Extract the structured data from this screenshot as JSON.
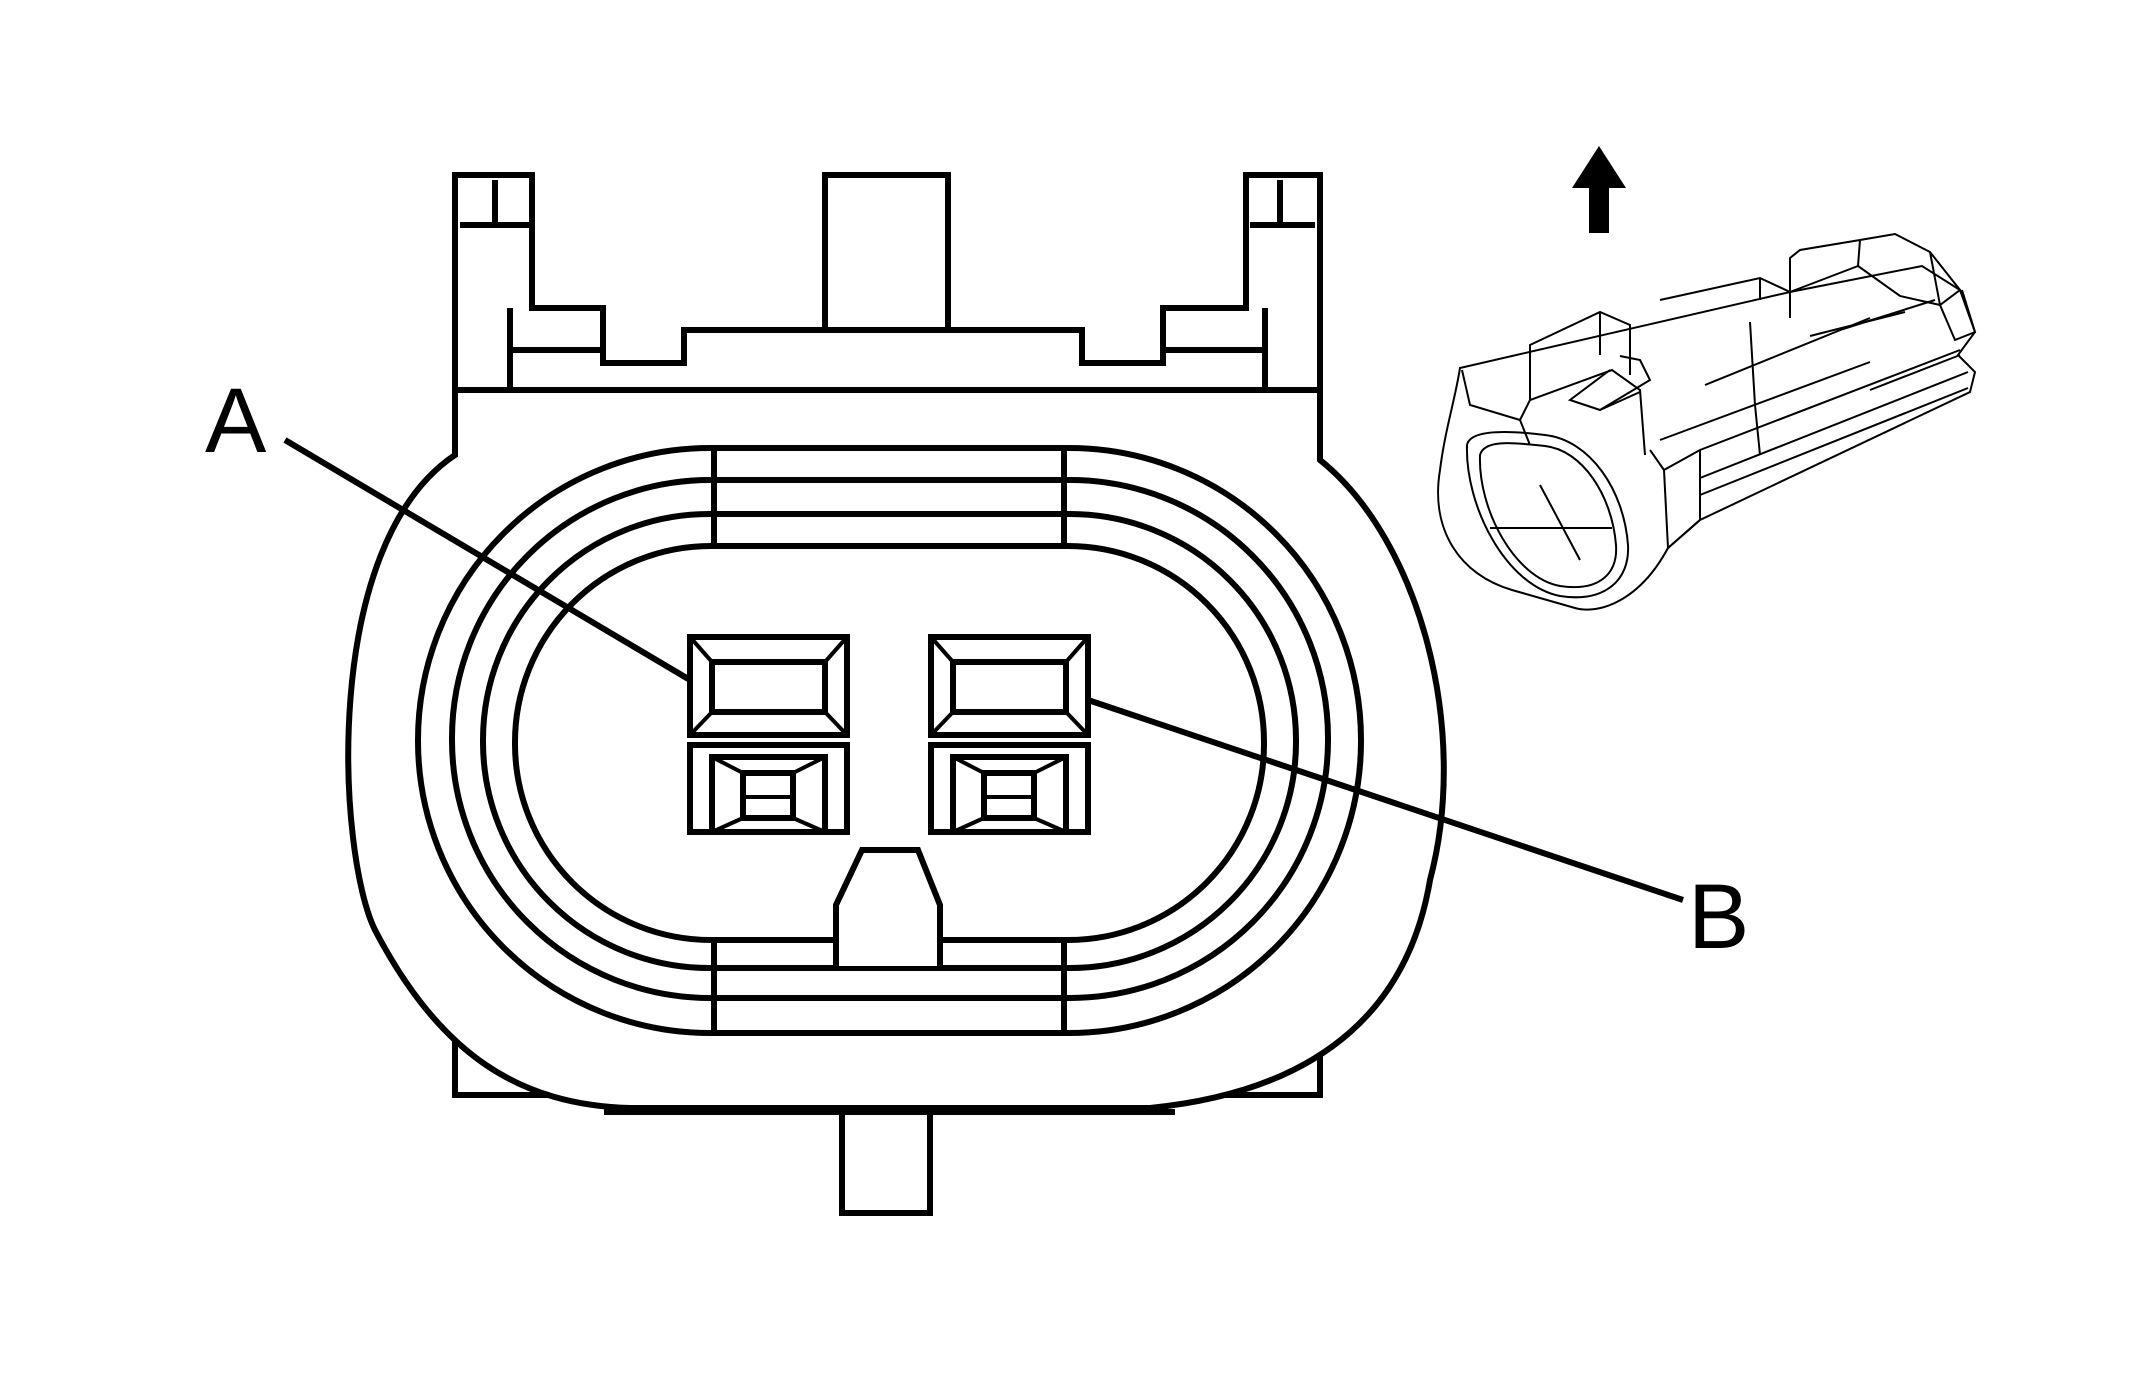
{
  "callouts": [
    {
      "id": "terminal-a",
      "label": "A"
    },
    {
      "id": "terminal-b",
      "label": "B"
    }
  ],
  "colors": {
    "line": "#000000",
    "background": "#ffffff"
  },
  "icons": {
    "orientation": "up-arrow-icon"
  }
}
